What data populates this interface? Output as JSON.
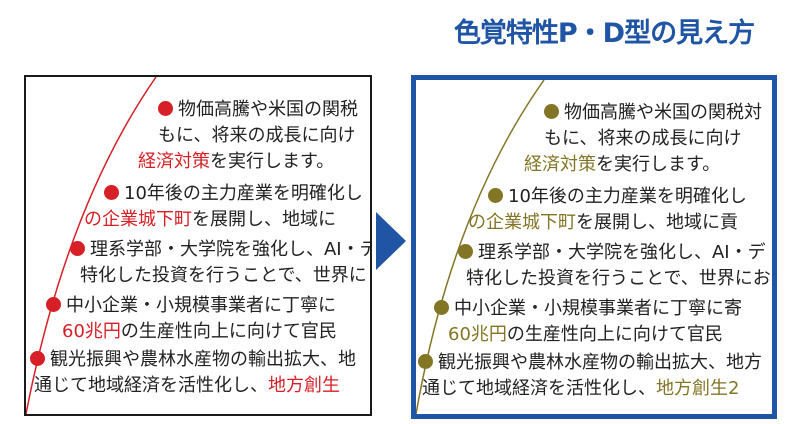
{
  "header": {
    "title": "色覚特性P・D型の見え方"
  },
  "colors": {
    "title_blue": "#1f55a4",
    "frame_blue": "#1f55a4",
    "normal_red": "#d61f26",
    "simulated_olive": "#837526",
    "text_dark": "#222222"
  },
  "left_panel": {
    "items": [
      {
        "line1": "物価高騰や米国の関税",
        "line2_pre": "もに、将来の成長に向け",
        "line3_hl": "経済対策",
        "line3_post": "を実行します。"
      },
      {
        "line1": "10年後の主力産業を明確化し",
        "line2_hl": "の企業城下町",
        "line2_post": "を展開し、地域に"
      },
      {
        "line1": "理系学部・大学院を強化し、AI・デ",
        "line2_pre": "特化した投資を行うことで、世界に"
      },
      {
        "line1": "中小企業・小規模事業者に丁寧に",
        "line2_hl": "60兆円",
        "line2_post": "の生産性向上に向けて官民"
      },
      {
        "line1": "観光振興や農林水産物の輸出拡大、地",
        "line2_pre": "通じて地域経済を活性化し、",
        "line2_hl": "地方創生"
      }
    ]
  },
  "right_panel": {
    "items": [
      {
        "line1": "物価高騰や米国の関税対",
        "line2_pre": "もに、将来の成長に向け",
        "line3_hl": "経済対策",
        "line3_post": "を実行します。"
      },
      {
        "line1": "10年後の主力産業を明確化し",
        "line2_hl": "の企業城下町",
        "line2_post": "を展開し、地域に貢"
      },
      {
        "line1": "理系学部・大学院を強化し、AI・デ",
        "line2_pre": "特化した投資を行うことで、世界にお"
      },
      {
        "line1": "中小企業・小規模事業者に丁寧に寄",
        "line2_hl": "60兆円",
        "line2_post": "の生産性向上に向けて官民"
      },
      {
        "line1": "観光振興や農林水産物の輸出拡大、地方",
        "line2_pre": "通じて地域経済を活性化し、",
        "line2_hl": "地方創生2"
      }
    ]
  }
}
